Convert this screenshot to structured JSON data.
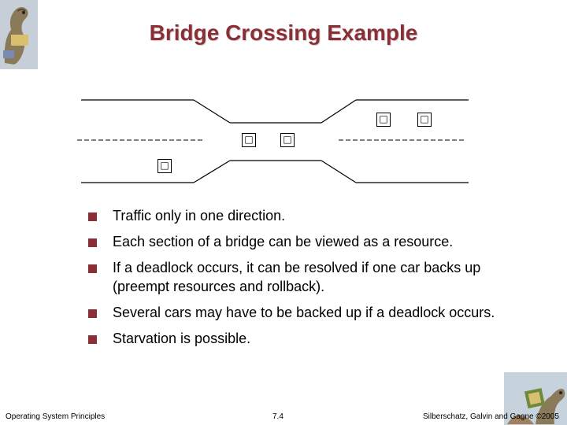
{
  "slide": {
    "title": "Bridge Crossing Example",
    "accent_color": "#8b2f36"
  },
  "diagram": {
    "car_icon": "box-glyph",
    "car_glyph": "□",
    "car_count": 5
  },
  "bullets": [
    {
      "text": "Traffic only in one direction."
    },
    {
      "text": "Each section of a bridge can be viewed as a resource."
    },
    {
      "text": "If a deadlock occurs, it can be resolved if one car backs up (preempt resources and rollback)."
    },
    {
      "text": "Several cars may have to be backed up if a deadlock occurs."
    },
    {
      "text": "Starvation is possible."
    }
  ],
  "footer": {
    "left": "Operating System Principles",
    "center": "7.4",
    "right": "Silberschatz, Galvin and Gagne ©2005"
  }
}
